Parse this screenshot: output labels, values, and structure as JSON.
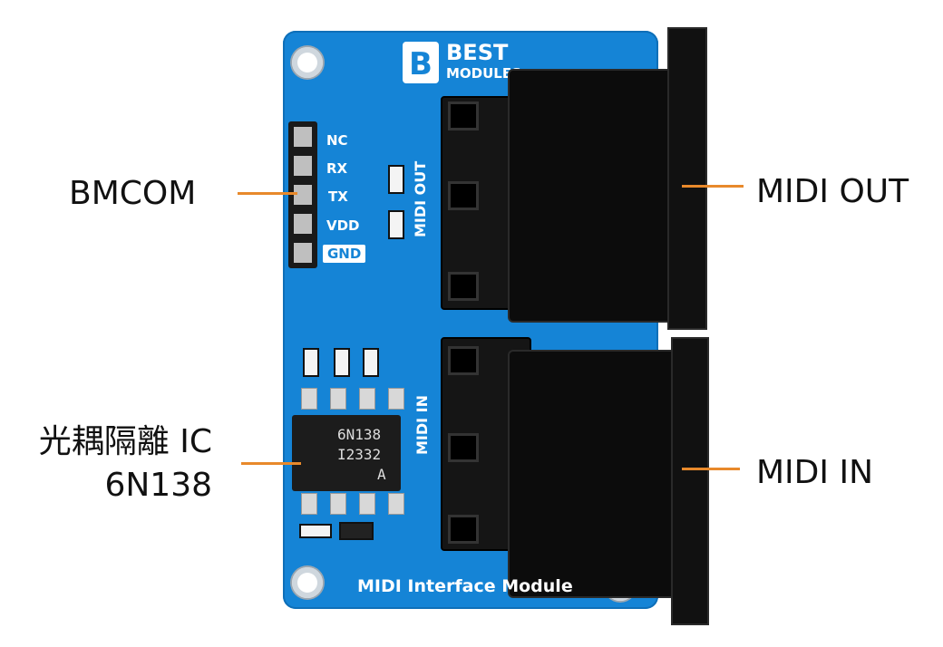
{
  "board": {
    "logo_line1": "BEST",
    "logo_line2": "MODULES",
    "silk_title": "MIDI Interface Module",
    "silk_midi_out": "MIDI OUT",
    "silk_midi_in": "MIDI IN",
    "pins": [
      "NC",
      "RX",
      "TX",
      "VDD",
      "GND"
    ],
    "chip_line1": "6N138",
    "chip_line2": "I2332",
    "chip_line3": "A"
  },
  "callouts": {
    "bmcom": "BMCOM",
    "ic_line1": "光耦隔離 IC",
    "ic_line2": "6N138",
    "midi_out": "MIDI OUT",
    "midi_in": "MIDI IN"
  },
  "colors": {
    "pcb": "#1584d6",
    "leader": "#e8892b"
  }
}
